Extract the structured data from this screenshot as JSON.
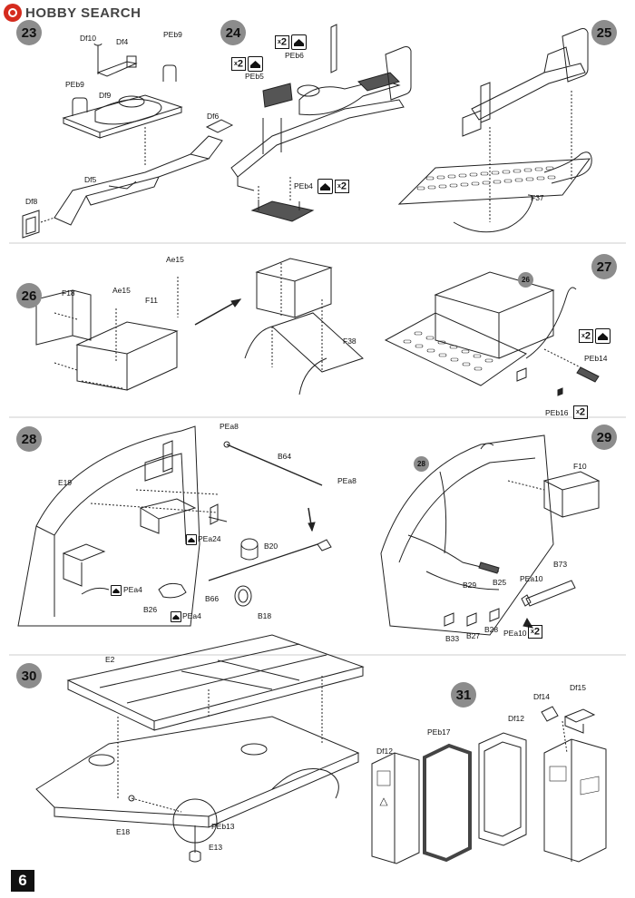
{
  "watermark": {
    "brand": "HOBBY SEARCH"
  },
  "page_number": "6",
  "steps": {
    "s23": "23",
    "s24": "24",
    "s25": "25",
    "s26": "26",
    "s27": "27",
    "s28": "28",
    "s29": "29",
    "s30": "30",
    "s31": "31"
  },
  "sub_refs": {
    "r26": "26",
    "r28": "28"
  },
  "qty_x2": "2",
  "labels": {
    "df10": "Df10",
    "df4": "Df4",
    "peb9a": "PEb9",
    "peb9b": "PEb9",
    "df9": "Df9",
    "df6": "Df6",
    "df5": "Df5",
    "df8": "Df8",
    "peb6": "PEb6",
    "peb5": "PEb5",
    "peb4": "PEb4",
    "f37": "F37",
    "ae15a": "Ae15",
    "ae15b": "Ae15",
    "f18": "F18",
    "f11": "F11",
    "f38": "F38",
    "peb14": "PEb14",
    "peb16": "PEb16",
    "pea8a": "PEa8",
    "b64": "B64",
    "pea8b": "PEa8",
    "e19": "E19",
    "pea24": "PEa24",
    "b20": "B20",
    "pea4a": "PEa4",
    "b26": "B26",
    "pea4b": "PEa4",
    "b66": "B66",
    "b18": "B18",
    "f10": "F10",
    "b73": "B73",
    "pea10a": "PEa10",
    "b29": "B29",
    "b25": "B25",
    "b33": "B33",
    "b27": "B27",
    "b28": "B28",
    "pea10b": "PEa10",
    "e2": "E2",
    "e18": "E18",
    "peb13": "PEb13",
    "e13": "E13",
    "df14": "Df14",
    "df15": "Df15",
    "peb17": "PEb17",
    "df12a": "Df12",
    "df12b": "Df12"
  }
}
